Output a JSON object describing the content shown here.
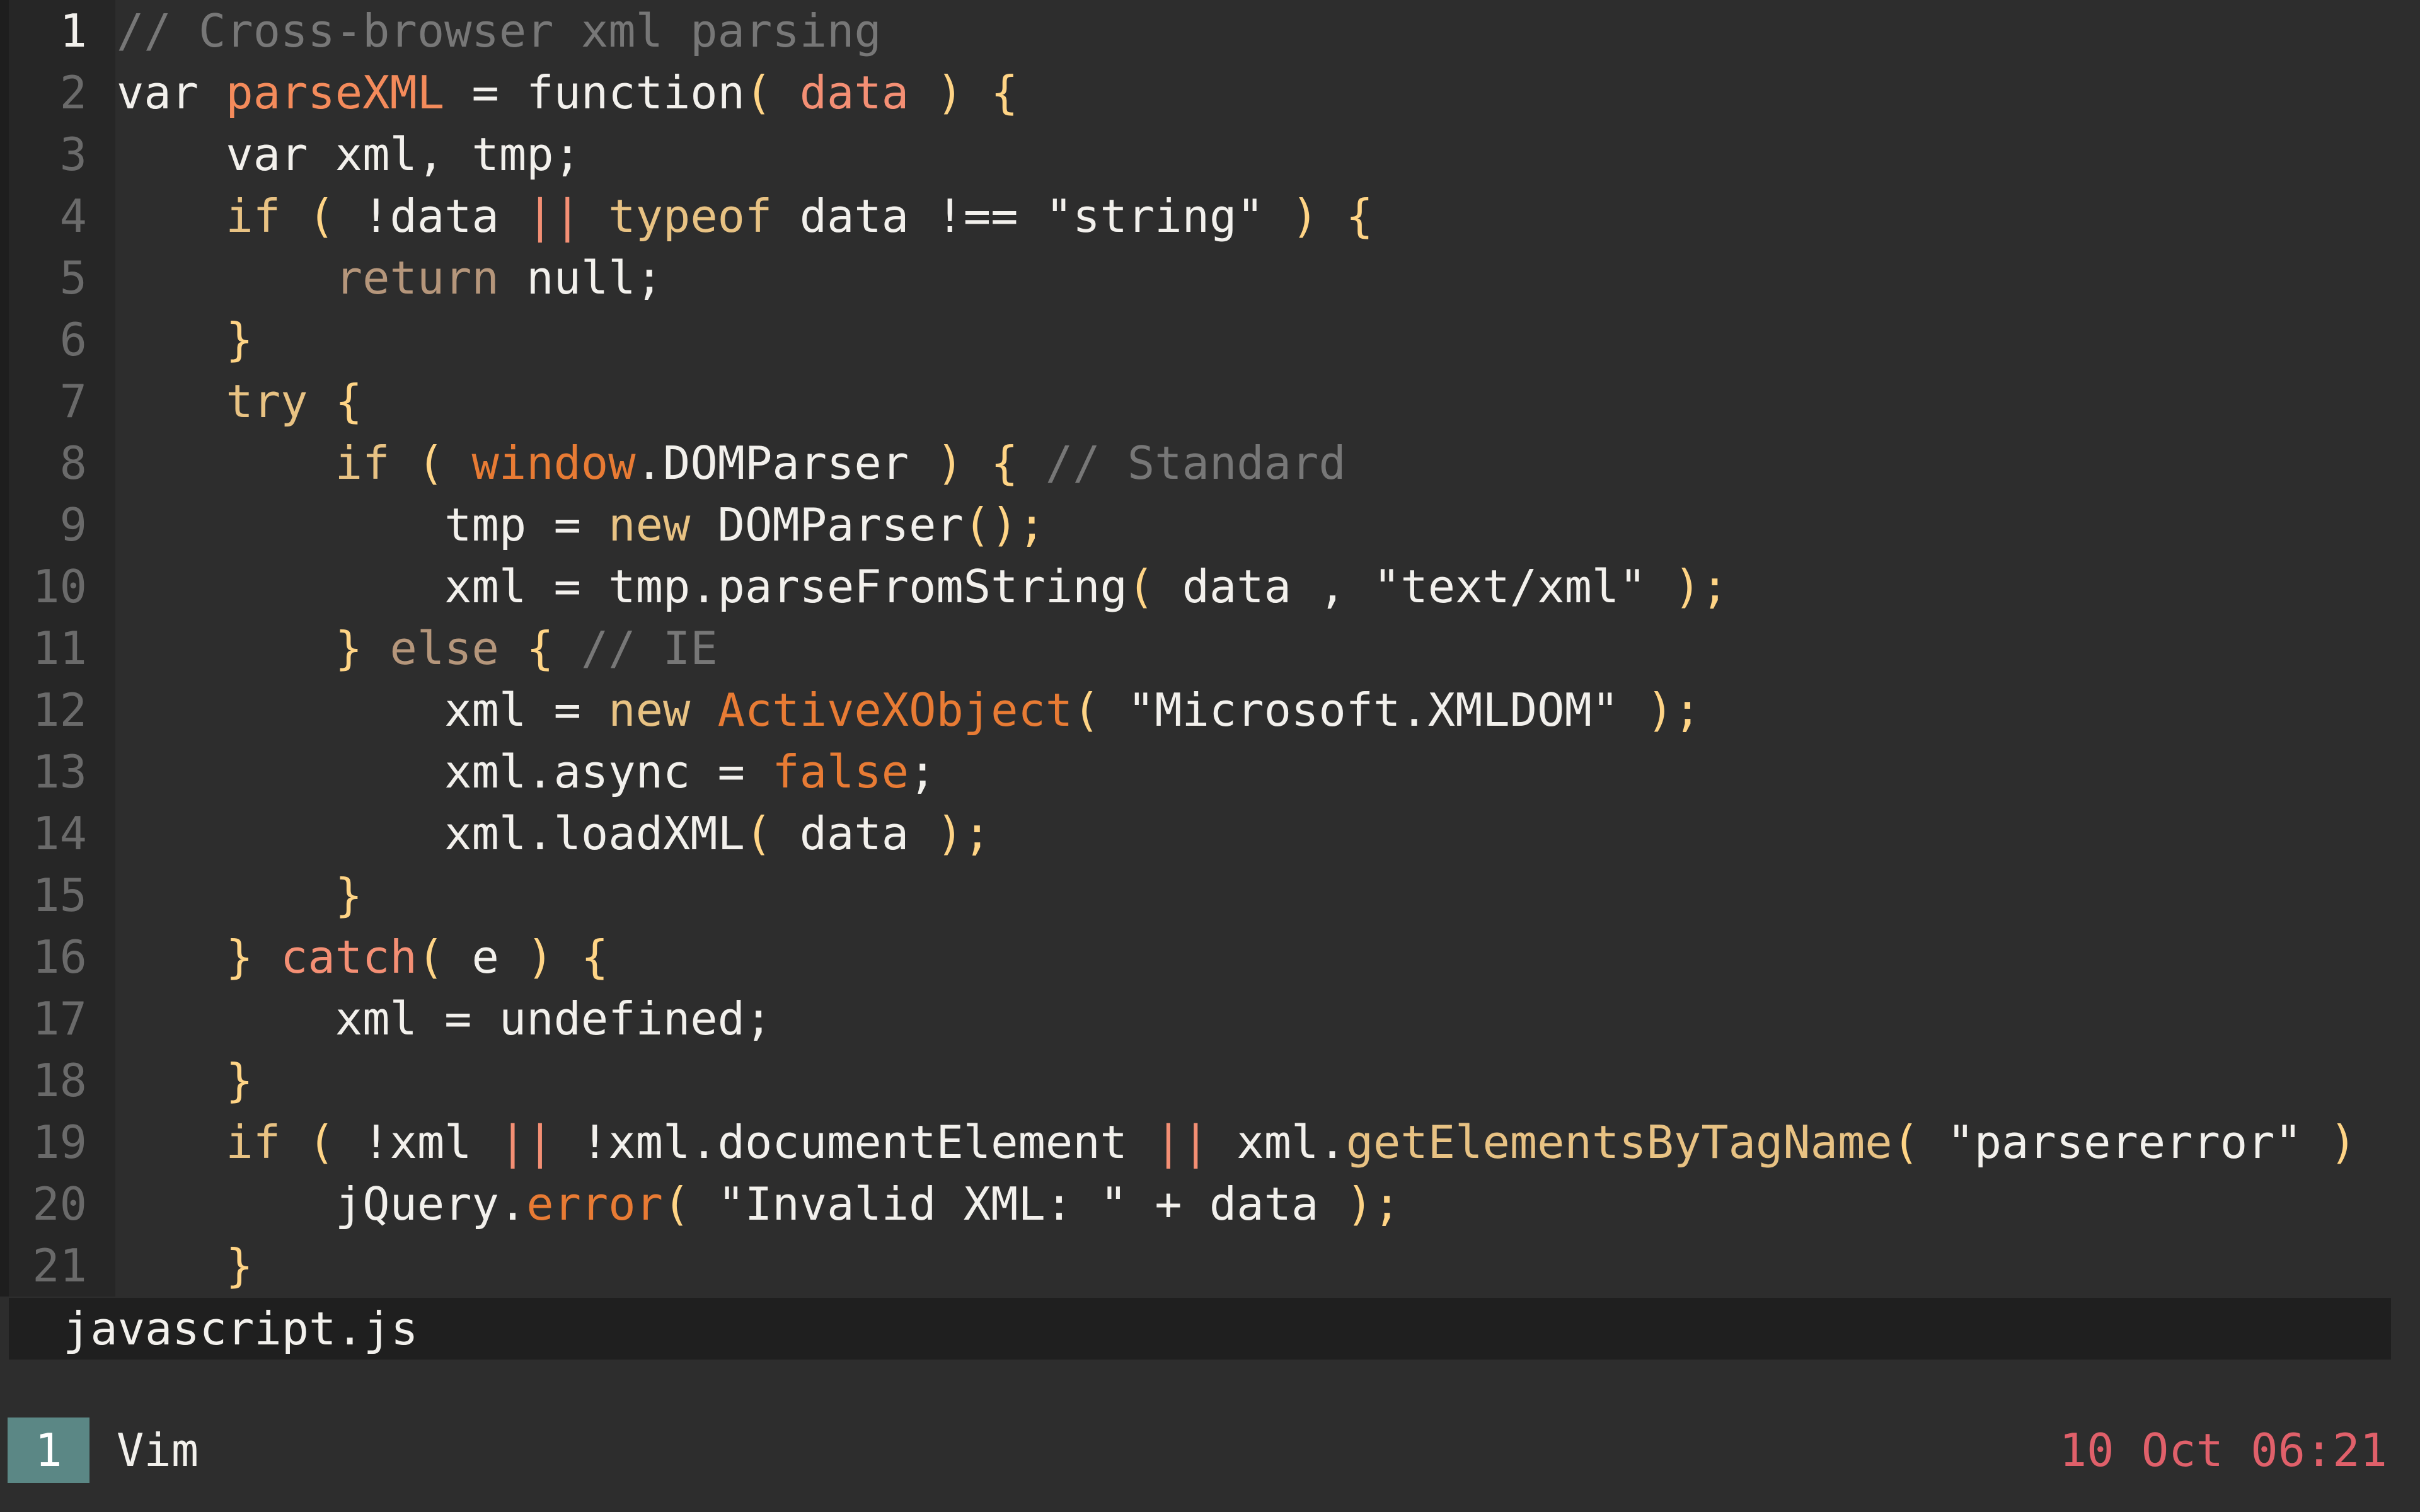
{
  "editor": {
    "lines": [
      {
        "n": "1",
        "current": true,
        "tokens": [
          [
            "cm",
            "// Cross-browser xml parsing"
          ]
        ]
      },
      {
        "n": "2",
        "tokens": [
          [
            "tx",
            "var "
          ],
          [
            "fn",
            "parseXML"
          ],
          [
            "tx",
            " = function"
          ],
          [
            "br",
            "( "
          ],
          [
            "op",
            "data"
          ],
          [
            "br",
            " ) {"
          ]
        ]
      },
      {
        "n": "3",
        "tokens": [
          [
            "tx",
            "    var xml, tmp;"
          ]
        ]
      },
      {
        "n": "4",
        "tokens": [
          [
            "kw",
            "    if"
          ],
          [
            "br",
            " ( "
          ],
          [
            "tx",
            "!data "
          ],
          [
            "op",
            "||"
          ],
          [
            "kw",
            " typeof"
          ],
          [
            "tx",
            " data !== \"string\""
          ],
          [
            "br",
            " ) {"
          ]
        ]
      },
      {
        "n": "5",
        "tokens": [
          [
            "ex",
            "        return"
          ],
          [
            "tx",
            " null;"
          ]
        ]
      },
      {
        "n": "6",
        "tokens": [
          [
            "br",
            "    }"
          ]
        ]
      },
      {
        "n": "7",
        "tokens": [
          [
            "kw",
            "    try"
          ],
          [
            "br",
            " {"
          ]
        ]
      },
      {
        "n": "8",
        "tokens": [
          [
            "kw",
            "        if"
          ],
          [
            "br",
            " ( "
          ],
          [
            "ob",
            "window"
          ],
          [
            "tx",
            ".DOMParser"
          ],
          [
            "br",
            " ) { "
          ],
          [
            "cm",
            "// Standard"
          ]
        ]
      },
      {
        "n": "9",
        "tokens": [
          [
            "tx",
            "            tmp = "
          ],
          [
            "kw",
            "new"
          ],
          [
            "tx",
            " DOMParser"
          ],
          [
            "br",
            "();"
          ]
        ]
      },
      {
        "n": "10",
        "tokens": [
          [
            "tx",
            "            xml = tmp.parseFromString"
          ],
          [
            "br",
            "( "
          ],
          [
            "tx",
            "data , \"text/xml\""
          ],
          [
            "br",
            " );"
          ]
        ]
      },
      {
        "n": "11",
        "tokens": [
          [
            "br",
            "        }"
          ],
          [
            "ex",
            " else"
          ],
          [
            "br",
            " { "
          ],
          [
            "cm",
            "// IE"
          ]
        ]
      },
      {
        "n": "12",
        "tokens": [
          [
            "tx",
            "            xml = "
          ],
          [
            "kw",
            "new"
          ],
          [
            "ob",
            " ActiveXObject"
          ],
          [
            "br",
            "( "
          ],
          [
            "tx",
            "\"Microsoft.XMLDOM\""
          ],
          [
            "br",
            " );"
          ]
        ]
      },
      {
        "n": "13",
        "tokens": [
          [
            "tx",
            "            xml.async = "
          ],
          [
            "ob",
            "false"
          ],
          [
            "tx",
            ";"
          ]
        ]
      },
      {
        "n": "14",
        "tokens": [
          [
            "tx",
            "            xml.loadXML"
          ],
          [
            "br",
            "( "
          ],
          [
            "tx",
            "data"
          ],
          [
            "br",
            " );"
          ]
        ]
      },
      {
        "n": "15",
        "tokens": [
          [
            "br",
            "        }"
          ]
        ]
      },
      {
        "n": "16",
        "tokens": [
          [
            "br",
            "    }"
          ],
          [
            "op",
            " catch"
          ],
          [
            "br",
            "( "
          ],
          [
            "tx",
            "e"
          ],
          [
            "br",
            " ) {"
          ]
        ]
      },
      {
        "n": "17",
        "tokens": [
          [
            "tx",
            "        xml = undefined;"
          ]
        ]
      },
      {
        "n": "18",
        "tokens": [
          [
            "br",
            "    }"
          ]
        ]
      },
      {
        "n": "19",
        "tokens": [
          [
            "kw",
            "    if"
          ],
          [
            "br",
            " ( "
          ],
          [
            "tx",
            "!xml "
          ],
          [
            "op",
            "||"
          ],
          [
            "tx",
            " !xml.documentElement "
          ],
          [
            "op",
            "||"
          ],
          [
            "tx",
            " xml."
          ],
          [
            "kw",
            "getElementsByTagName"
          ],
          [
            "br",
            "( "
          ],
          [
            "tx",
            "\"parsererror\""
          ],
          [
            "br",
            " )"
          ]
        ]
      },
      {
        "n": "20",
        "tokens": [
          [
            "tx",
            "        jQuery."
          ],
          [
            "ob",
            "error"
          ],
          [
            "br",
            "( "
          ],
          [
            "tx",
            "\"Invalid XML: \" + data"
          ],
          [
            "br",
            " );"
          ]
        ]
      },
      {
        "n": "21",
        "tokens": [
          [
            "br",
            "    }"
          ]
        ]
      }
    ]
  },
  "status": {
    "filename": "javascript.js"
  },
  "tmux": {
    "window_index": "1",
    "window_name": "Vim",
    "clock": "10 Oct 06:21"
  }
}
